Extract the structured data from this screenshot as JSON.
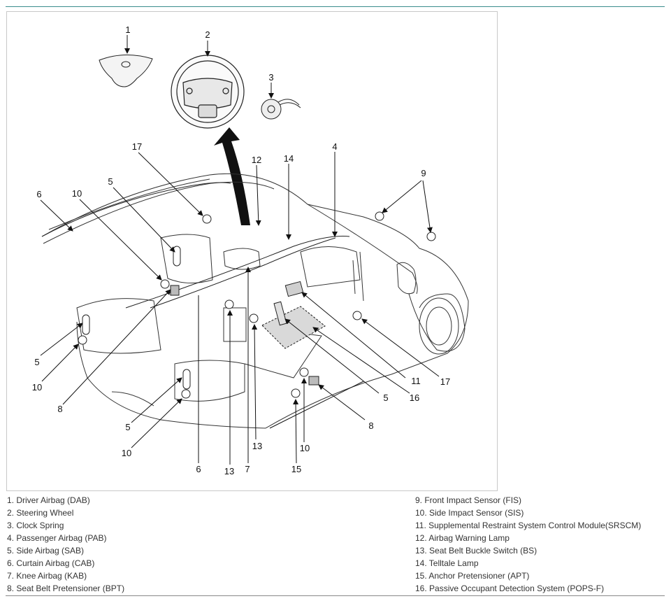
{
  "colors": {
    "rule": "#3a8c8c",
    "frame": "#c8c8c8",
    "line": "#222222",
    "shade": "#d9d9d9"
  },
  "callouts": {
    "c1": "1",
    "c2": "2",
    "c3": "3",
    "c4": "4",
    "c5a": "5",
    "c5b": "5",
    "c5c": "5",
    "c5d": "5",
    "c6a": "6",
    "c6b": "6",
    "c7": "7",
    "c8a": "8",
    "c8b": "8",
    "c9": "9",
    "c10a": "10",
    "c10b": "10",
    "c10c": "10",
    "c10d": "10",
    "c11": "11",
    "c12": "12",
    "c13a": "13",
    "c13b": "13",
    "c14": "14",
    "c15": "15",
    "c16": "16",
    "c17a": "17",
    "c17b": "17"
  },
  "legend": {
    "left": [
      "1. Driver Airbag (DAB)",
      "2. Steering Wheel",
      "3. Clock Spring",
      "4. Passenger Airbag (PAB)",
      "5. Side Airbag (SAB)",
      "6. Curtain Airbag (CAB)",
      "7. Knee Airbag (KAB)",
      "8. Seat Belt Pretensioner (BPT)"
    ],
    "right": [
      "9. Front Impact Sensor (FIS)",
      "10. Side Impact Sensor (SIS)",
      "11. Supplemental Restraint System Control Module(SRSCM)",
      "12. Airbag Warning Lamp",
      "13. Seat Belt Buckle Switch (BS)",
      "14. Telltale Lamp",
      "15. Anchor Pretensioner (APT)",
      "16. Passive Occupant Detection System (POPS-F)"
    ]
  }
}
